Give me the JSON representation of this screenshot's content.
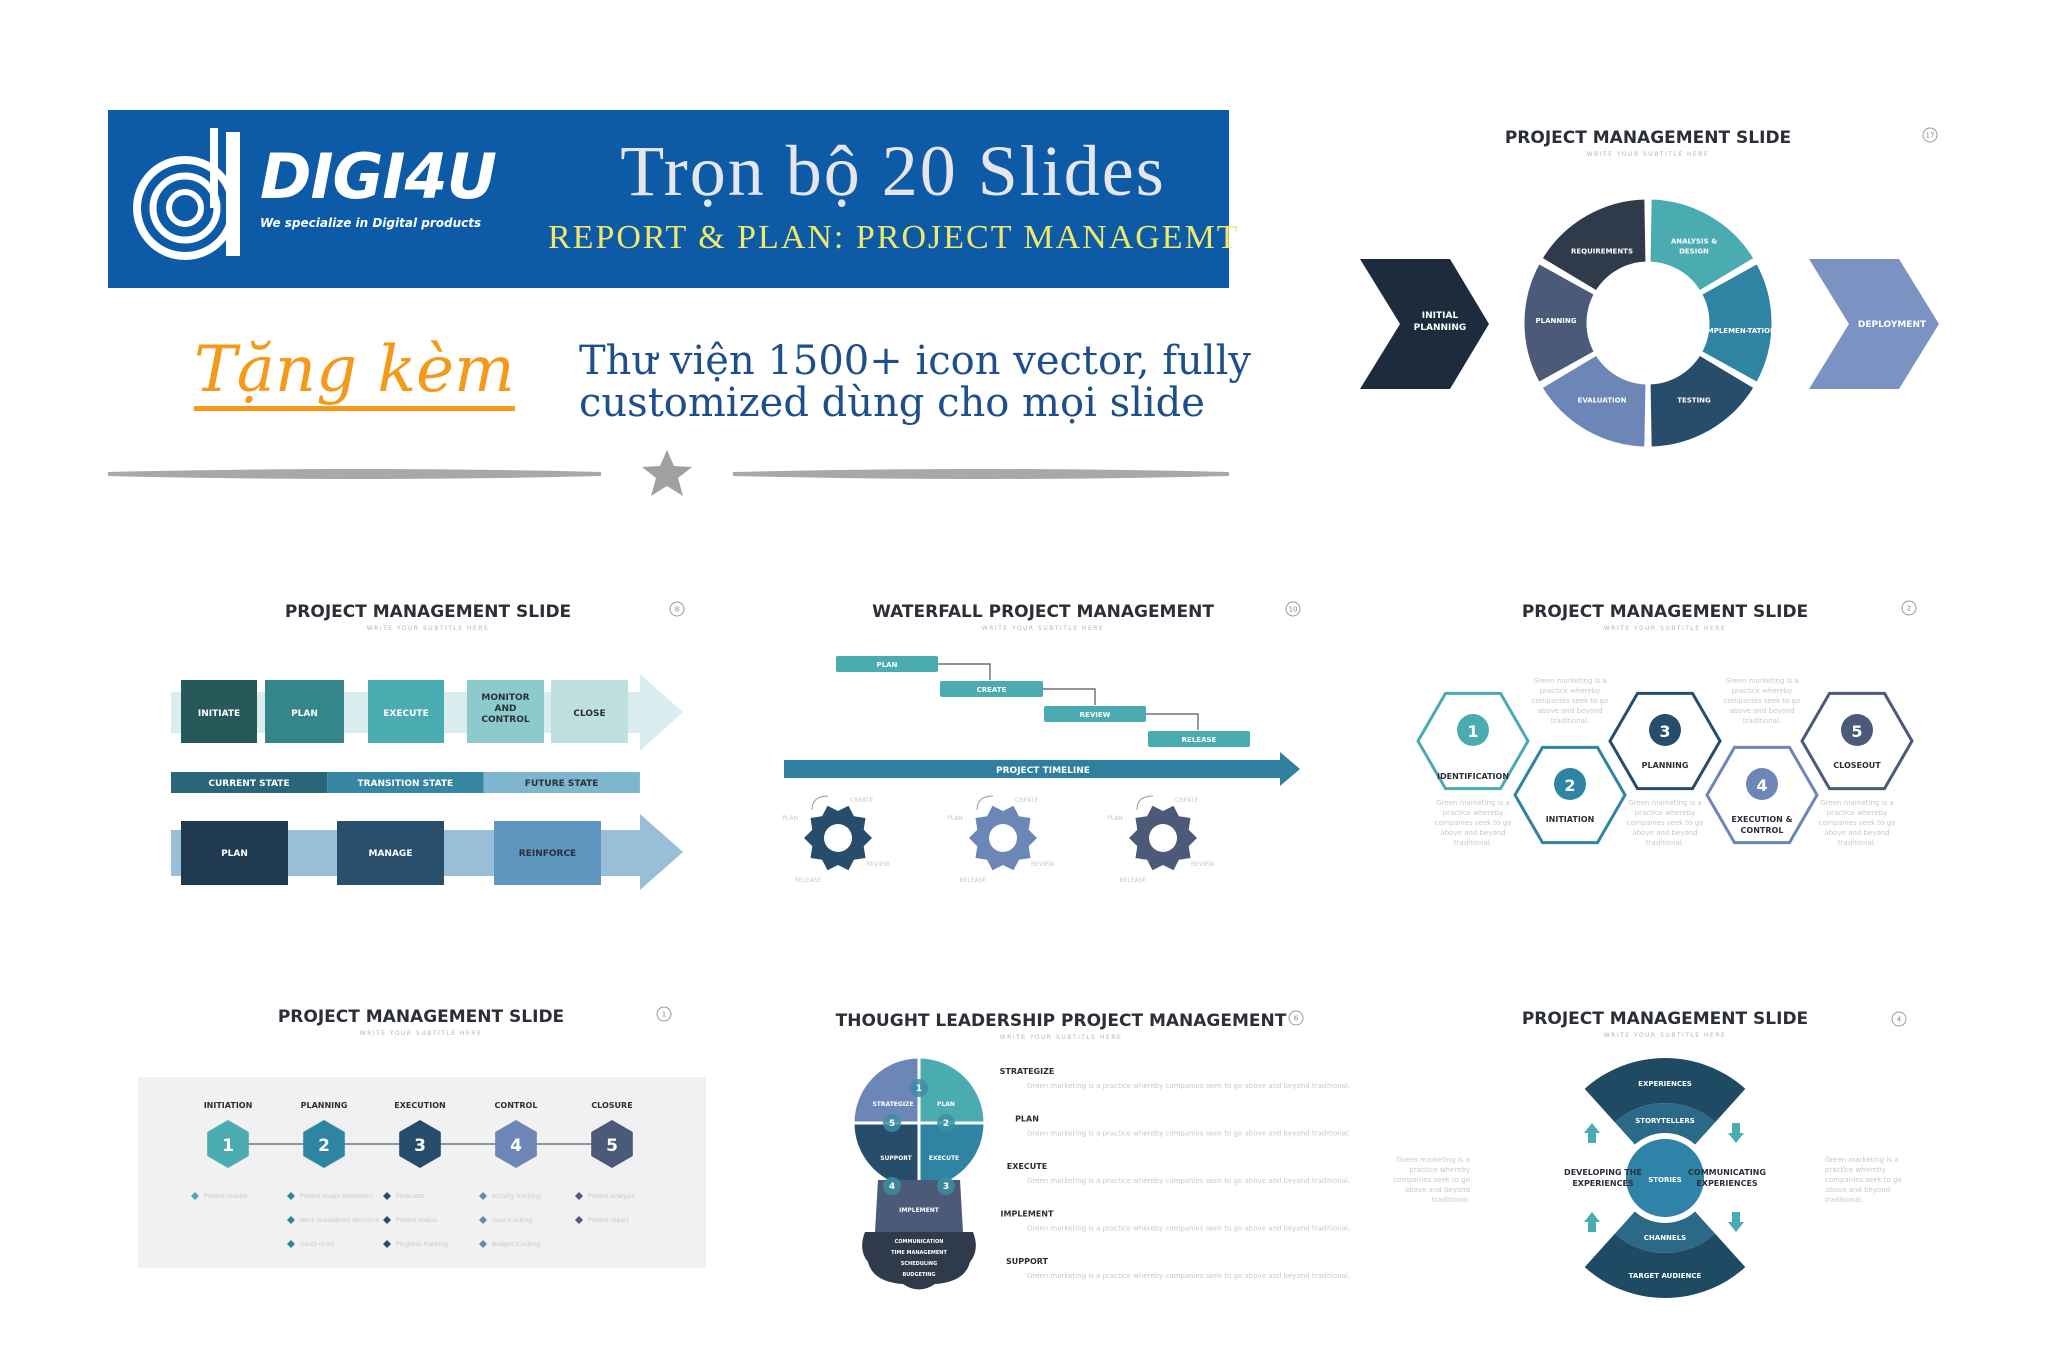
{
  "banner": {
    "logo_word": "DIGI4U",
    "logo_tagline": "We specialize in Digital products",
    "title": "Trọn bộ 20 Slides",
    "subtitle": "REPORT & PLAN: PROJECT MANAGEMT",
    "background": "#0d5aa7"
  },
  "gift_label": "Tặng kèm",
  "library_text": [
    "Thư viện 1500+ icon vector, fully",
    "customized dùng cho mọi slide"
  ],
  "divider_icon": "star-icon",
  "subtitle_placeholder": "WRITE YOUR SUBTITLE HERE",
  "lorem": "Green marketing is a practice whereby companies seek to go above and beyond traditional.",
  "slides": {
    "cycle": {
      "title": "PROJECT MANAGEMENT SLIDE",
      "page": "17",
      "start": "INITIAL PLANNING",
      "end": "DEPLOYMENT",
      "segments": [
        {
          "label": "REQUIREMENTS",
          "color": "#2f3a4a"
        },
        {
          "label": "ANALYSIS & DESIGN",
          "color": "#4aabb0"
        },
        {
          "label": "IMPLEMEN-TATION",
          "color": "#2f84a3"
        },
        {
          "label": "TESTING",
          "color": "#274d6b"
        },
        {
          "label": "EVALUATION",
          "color": "#6c86b8"
        },
        {
          "label": "PLANNING",
          "color": "#4a5a78"
        }
      ]
    },
    "phases": {
      "title": "PROJECT MANAGEMENT SLIDE",
      "page": "8",
      "top": [
        {
          "label": "INITIATE",
          "color": "#27585a"
        },
        {
          "label": "PLAN",
          "color": "#34868a"
        },
        {
          "label": "EXECUTE",
          "color": "#4aabb0"
        },
        {
          "label": "MONITOR AND CONTROL",
          "color": "#8ccacb"
        },
        {
          "label": "CLOSE",
          "color": "#bfe0e1"
        }
      ],
      "states": [
        {
          "label": "CURRENT STATE",
          "color": "#2a6579"
        },
        {
          "label": "TRANSITION STATE",
          "color": "#3585a3"
        },
        {
          "label": "FUTURE STATE",
          "color": "#7eb6d0"
        }
      ],
      "bottom": [
        {
          "label": "PLAN",
          "color": "#203a52"
        },
        {
          "label": "MANAGE",
          "color": "#2a4f6c"
        },
        {
          "label": "REINFORCE",
          "color": "#5f96c0"
        }
      ]
    },
    "waterfall": {
      "title": "WATERFALL PROJECT MANAGEMENT",
      "page": "10",
      "steps": [
        "PLAN",
        "CREATE",
        "REVIEW",
        "RELEASE"
      ],
      "timeline": "PROJECT TIMELINE",
      "gear_labels": [
        "PLAN",
        "CREATE",
        "REVIEW",
        "RELEASE"
      ],
      "gear_colors": [
        "#274d6b",
        "#6c86b8",
        "#4a5a78"
      ]
    },
    "hexagons": {
      "title": "PROJECT MANAGEMENT SLIDE",
      "page": "2",
      "items": [
        {
          "num": "1",
          "label": "IDENTIFICATION",
          "color": "#4aabb0"
        },
        {
          "num": "2",
          "label": "INITIATION",
          "color": "#2f84a3"
        },
        {
          "num": "3",
          "label": "PLANNING",
          "color": "#274d6b"
        },
        {
          "num": "4",
          "label": "EXECUTION & CONTROL",
          "color": "#6c86b8"
        },
        {
          "num": "5",
          "label": "CLOSEOUT",
          "color": "#4a5a78"
        }
      ]
    },
    "lifecycle": {
      "title": "PROJECT MANAGEMENT SLIDE",
      "page": "1",
      "stages": [
        {
          "num": "1",
          "label": "INITIATION",
          "color": "#4aabb0",
          "bullets": [
            "Project charter"
          ]
        },
        {
          "num": "2",
          "label": "PLANNING",
          "color": "#2f84a3",
          "bullets": [
            "Project scope statement",
            "Work breakdown structure",
            "Gantt chart"
          ]
        },
        {
          "num": "3",
          "label": "EXECUTION",
          "color": "#274d6b",
          "bullets": [
            "Forecasts",
            "Project status",
            "Progress tracking"
          ]
        },
        {
          "num": "4",
          "label": "CONTROL",
          "color": "#6c86b8",
          "bullets": [
            "Activity tracking",
            "Goal tracking",
            "Budget tracking"
          ]
        },
        {
          "num": "5",
          "label": "CLOSURE",
          "color": "#4a5a78",
          "bullets": [
            "Project analysis",
            "Project report"
          ]
        }
      ]
    },
    "thought": {
      "title": "THOUGHT LEADERSHIP PROJECT MANAGEMENT",
      "page": "6",
      "bulb": [
        "STRATEGIZE",
        "PLAN",
        "EXECUTE",
        "SUPPORT",
        "IMPLEMENT"
      ],
      "base": [
        "COMMUNICATION",
        "TIME MANAGEMENT",
        "SCHEDULING",
        "BUDGETING"
      ],
      "list": [
        "STRATEGIZE",
        "PLAN",
        "EXECUTE",
        "IMPLEMENT",
        "SUPPORT"
      ]
    },
    "stories": {
      "title": "PROJECT MANAGEMENT SLIDE",
      "page": "4",
      "rings": [
        "EXPERIENCES",
        "STORYTELLERS",
        "STORIES",
        "CHANNELS",
        "TARGET AUDIENCE"
      ],
      "left": "DEVELOPING THE EXPERIENCES",
      "right": "COMMUNICATING EXPERIENCES"
    }
  }
}
